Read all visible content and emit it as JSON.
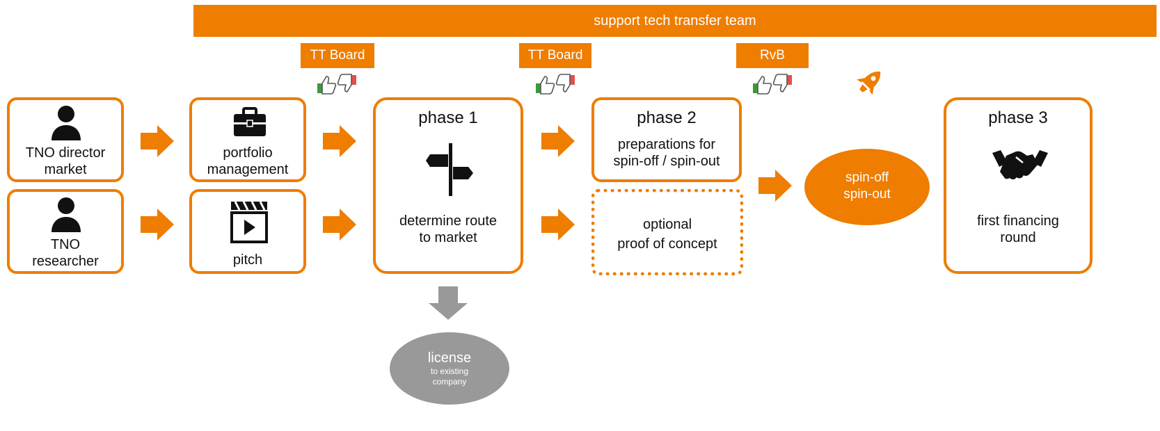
{
  "banner": {
    "label": "support tech transfer team"
  },
  "gates": [
    {
      "label": "TT Board"
    },
    {
      "label": "TT Board"
    },
    {
      "label": "RvB"
    }
  ],
  "actors": {
    "director": {
      "line1": "TNO director",
      "line2": "market"
    },
    "researcher": {
      "line1": "TNO",
      "line2": "researcher"
    }
  },
  "inputs": {
    "portfolio": {
      "line1": "portfolio",
      "line2": "management"
    },
    "pitch": {
      "label": "pitch"
    }
  },
  "phase1": {
    "title": "phase 1",
    "line1": "determine route",
    "line2": "to market"
  },
  "phase2": {
    "title": "phase 2",
    "line1": "preparations for",
    "line2": "spin-off / spin-out"
  },
  "optional": {
    "line1": "optional",
    "line2": "proof of concept"
  },
  "spin": {
    "line1": "spin-off",
    "line2": "spin-out"
  },
  "phase3": {
    "title": "phase 3",
    "line1": "first financing",
    "line2": "round"
  },
  "license": {
    "title": "license",
    "line1": "to existing",
    "line2": "company"
  },
  "colors": {
    "accent": "#ee7d00",
    "grey": "#999999",
    "thumb_up": "#3a9a3a",
    "thumb_down": "#e05050"
  },
  "icons": [
    "person-icon",
    "briefcase-icon",
    "clapperboard-icon",
    "signpost-icon",
    "rocket-icon",
    "handshake-icon",
    "thumbs-up-icon",
    "thumbs-down-icon"
  ]
}
